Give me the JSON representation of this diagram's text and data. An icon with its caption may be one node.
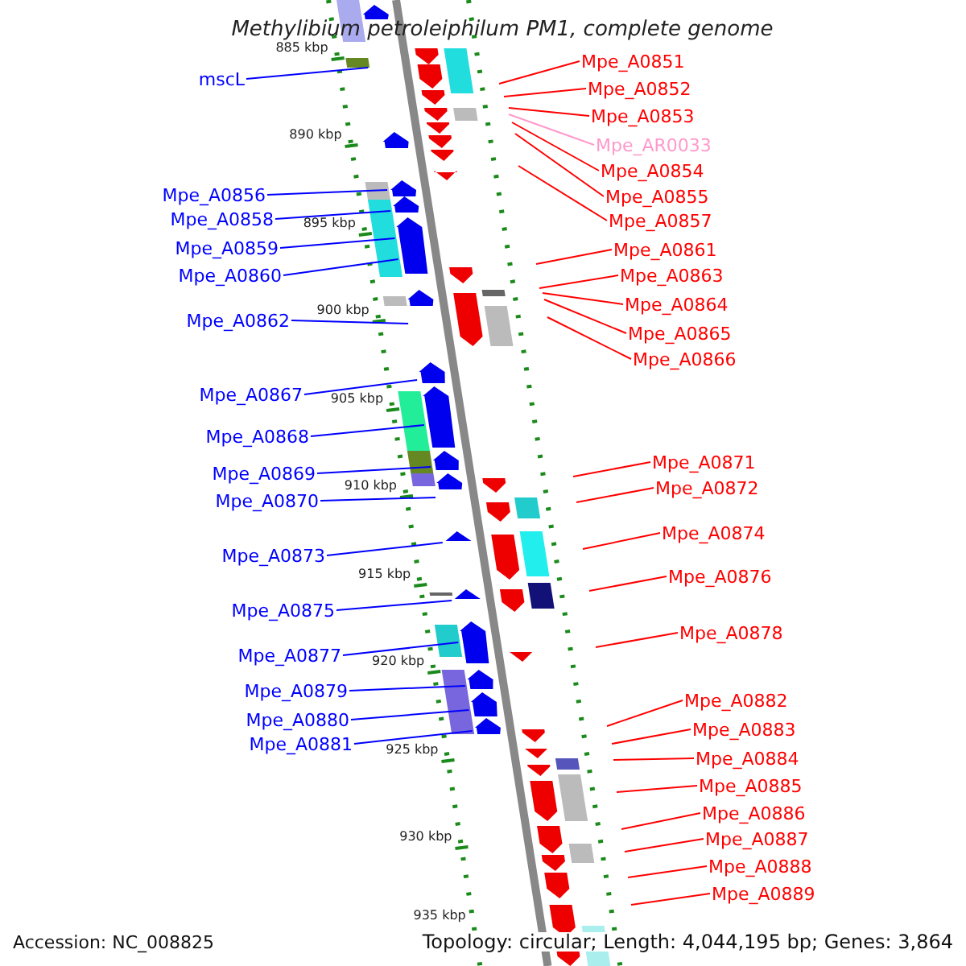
{
  "diagram": {
    "title": "Methylibium petroleiphilum PM1, complete genome",
    "nodes": [
      {
        "text": [
          "Mpe_A0851"
        ]
      },
      {
        "text": [
          "mscL"
        ]
      },
      {
        "text": [
          "Mpe_A0852"
        ]
      },
      {
        "text": [
          "Mpe_A0853"
        ]
      },
      {
        "text": [
          "Mpe_AR0033"
        ]
      },
      {
        "text": [
          "Mpe_A0854"
        ]
      },
      {
        "text": [
          "Mpe_A0856"
        ]
      },
      {
        "text": [
          "Mpe_A0855"
        ]
      },
      {
        "text": [
          "Mpe_A0858"
        ]
      },
      {
        "text": [
          "Mpe_A0857"
        ]
      },
      {
        "text": [
          "Mpe_A0859"
        ]
      },
      {
        "text": [
          "Mpe_A0861"
        ]
      },
      {
        "text": [
          "Mpe_A0860"
        ]
      },
      {
        "text": [
          "Mpe_A0863"
        ]
      },
      {
        "text": [
          "Mpe_A0864"
        ]
      },
      {
        "text": [
          "Mpe_A0862"
        ]
      },
      {
        "text": [
          "Mpe_A0865"
        ]
      },
      {
        "text": [
          "Mpe_A0866"
        ]
      },
      {
        "text": [
          "Mpe_A0867"
        ]
      },
      {
        "text": [
          "Mpe_A0868"
        ]
      },
      {
        "text": [
          "Mpe_A0871"
        ]
      },
      {
        "text": [
          "Mpe_A0869"
        ]
      },
      {
        "text": [
          "Mpe_A0872"
        ]
      },
      {
        "text": [
          "Mpe_A0870"
        ]
      },
      {
        "text": [
          "Mpe_A0874"
        ]
      },
      {
        "text": [
          "Mpe_A0873"
        ]
      },
      {
        "text": [
          "Mpe_A0876"
        ]
      },
      {
        "text": [
          "Mpe_A0875"
        ]
      },
      {
        "text": [
          "Mpe_A0878"
        ]
      },
      {
        "text": [
          "Mpe_A0877"
        ]
      },
      {
        "text": [
          "Mpe_A0879"
        ]
      },
      {
        "text": [
          "Mpe_A0882"
        ]
      },
      {
        "text": [
          "Mpe_A0880"
        ]
      },
      {
        "text": [
          "Mpe_A0883"
        ]
      },
      {
        "text": [
          "Mpe_A0881"
        ]
      },
      {
        "text": [
          "Mpe_A0884"
        ]
      },
      {
        "text": [
          "Mpe_A0885"
        ]
      },
      {
        "text": [
          "Mpe_A0886"
        ]
      },
      {
        "text": [
          "Mpe_A0887"
        ]
      },
      {
        "text": [
          "Mpe_A0888"
        ]
      },
      {
        "text": [
          "Mpe_A0889"
        ]
      }
    ],
    "edges": [
      {
        "from": 0,
        "to": null,
        "arrow": "none"
      },
      {
        "from": 1,
        "to": null,
        "arrow": "none",
        "color": "#0000ff"
      },
      {
        "from": 2,
        "to": null,
        "arrow": "none"
      },
      {
        "from": 3,
        "to": null,
        "arrow": "none"
      },
      {
        "from": 4,
        "to": null,
        "arrow": "none",
        "color": "#ff99cc"
      },
      {
        "from": 5,
        "to": null,
        "arrow": "none"
      },
      {
        "from": 6,
        "to": null,
        "arrow": "none",
        "color": "#0000ff"
      },
      {
        "from": 7,
        "to": null,
        "arrow": "none"
      },
      {
        "from": 8,
        "to": null,
        "arrow": "none",
        "color": "#0000ff"
      },
      {
        "from": 9,
        "to": null,
        "arrow": "none"
      },
      {
        "from": 10,
        "to": null,
        "arrow": "none",
        "color": "#0000ff"
      },
      {
        "from": 11,
        "to": null,
        "arrow": "none"
      },
      {
        "from": 12,
        "to": null,
        "arrow": "none",
        "color": "#0000ff"
      },
      {
        "from": 13,
        "to": null,
        "arrow": "none"
      },
      {
        "from": 14,
        "to": null,
        "arrow": "none"
      },
      {
        "from": 15,
        "to": null,
        "arrow": "none",
        "color": "#0000ff"
      },
      {
        "from": 16,
        "to": null,
        "arrow": "none"
      },
      {
        "from": 17,
        "to": null,
        "arrow": "none"
      },
      {
        "from": 18,
        "to": null,
        "arrow": "none",
        "color": "#0000ff"
      },
      {
        "from": 19,
        "to": null,
        "arrow": "none",
        "color": "#0000ff"
      },
      {
        "from": 20,
        "to": null,
        "arrow": "none"
      },
      {
        "from": 21,
        "to": null,
        "arrow": "none",
        "color": "#0000ff"
      },
      {
        "from": 22,
        "to": null,
        "arrow": "none"
      },
      {
        "from": 23,
        "to": null,
        "arrow": "none",
        "color": "#0000ff"
      },
      {
        "from": 24,
        "to": null,
        "arrow": "none"
      },
      {
        "from": 25,
        "to": null,
        "arrow": "none",
        "color": "#0000ff"
      },
      {
        "from": 26,
        "to": null,
        "arrow": "none"
      },
      {
        "from": 27,
        "to": null,
        "arrow": "none",
        "color": "#0000ff"
      },
      {
        "from": 28,
        "to": null,
        "arrow": "none"
      },
      {
        "from": 29,
        "to": null,
        "arrow": "none",
        "color": "#0000ff"
      },
      {
        "from": 30,
        "to": null,
        "arrow": "none",
        "color": "#0000ff"
      },
      {
        "from": 31,
        "to": null,
        "arrow": "none"
      },
      {
        "from": 32,
        "to": null,
        "arrow": "none",
        "color": "#0000ff"
      },
      {
        "from": 33,
        "to": null,
        "arrow": "none"
      },
      {
        "from": 34,
        "to": null,
        "arrow": "none",
        "color": "#0000ff"
      },
      {
        "from": 35,
        "to": null,
        "arrow": "none"
      },
      {
        "from": 36,
        "to": null,
        "arrow": "none"
      },
      {
        "from": 37,
        "to": null,
        "arrow": "none"
      },
      {
        "from": 38,
        "to": null,
        "arrow": "none"
      },
      {
        "from": 39,
        "to": null,
        "arrow": "none"
      },
      {
        "from": 40,
        "to": null,
        "arrow": "none"
      }
    ],
    "labels": [
      "885 kbp",
      "890 kbp",
      "895 kbp",
      "900 kbp",
      "905 kbp",
      "910 kbp",
      "915 kbp",
      "920 kbp",
      "925 kbp",
      "930 kbp",
      "935 kbp",
      "Accession: NC_008825",
      "Topology: circular; Length: 4,044,195 bp; Genes: 3,864"
    ]
  }
}
